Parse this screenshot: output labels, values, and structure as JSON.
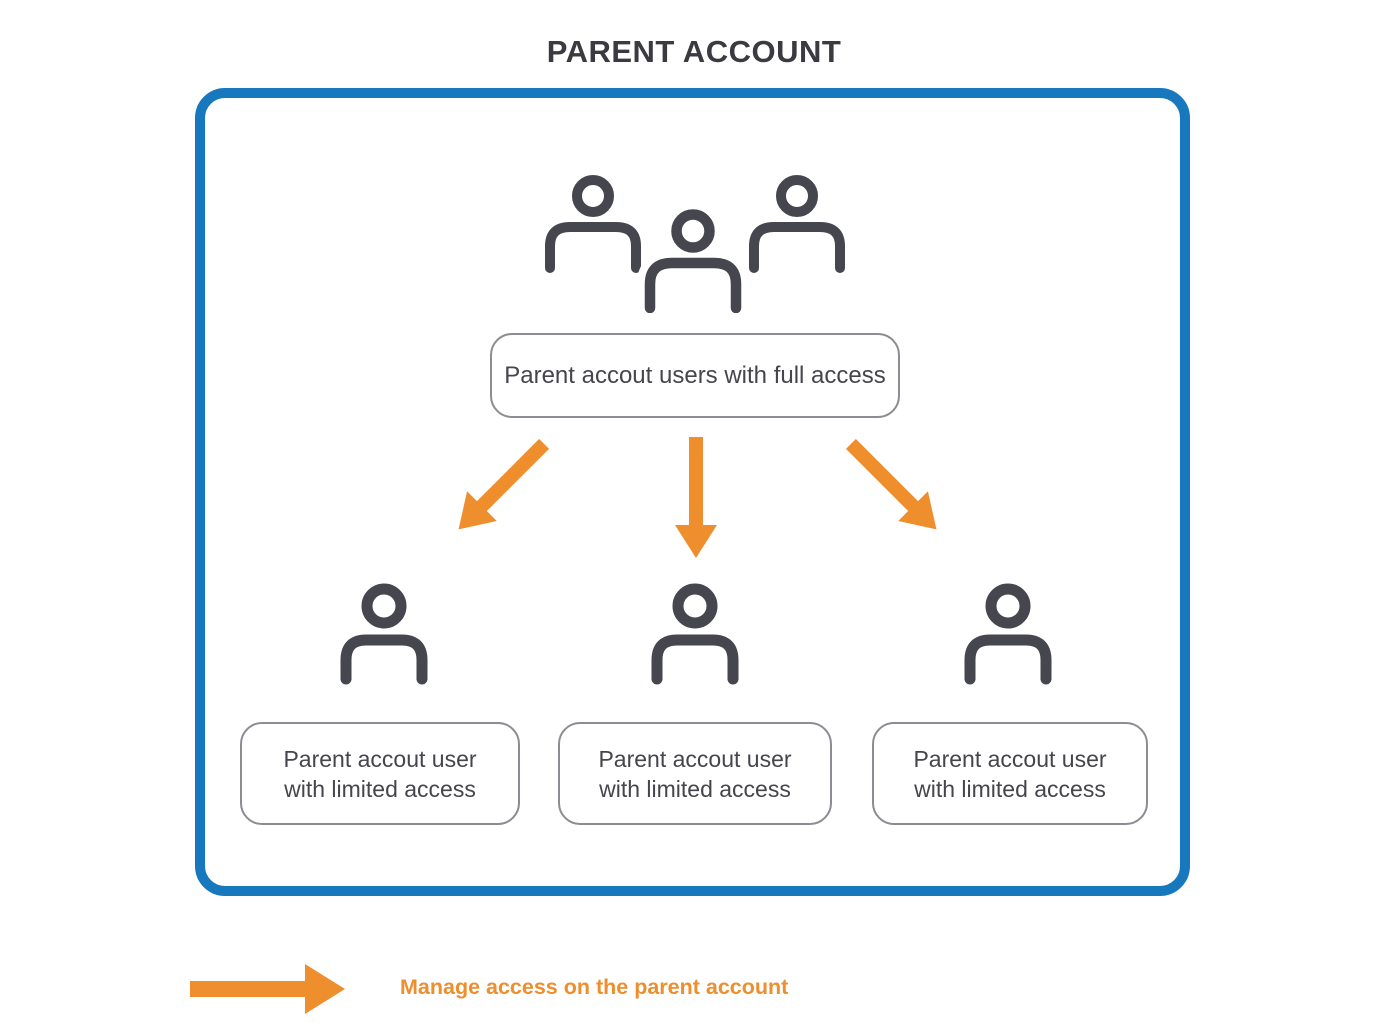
{
  "title": "PARENT ACCOUNT",
  "colors": {
    "frame_blue": "#1778BE",
    "arrow_orange": "#EF8E2C",
    "icon_charcoal": "#46464E",
    "box_border_gray": "#8C8C93",
    "text_dark": "#45454B"
  },
  "full_access_box": {
    "label": "Parent accout users with full access"
  },
  "limited_access_boxes": [
    {
      "line1": "Parent accout user",
      "line2": "with limited access"
    },
    {
      "line1": "Parent accout user",
      "line2": "with limited access"
    },
    {
      "line1": "Parent accout user",
      "line2": "with limited access"
    }
  ],
  "legend": {
    "label": "Manage access on the parent account"
  }
}
